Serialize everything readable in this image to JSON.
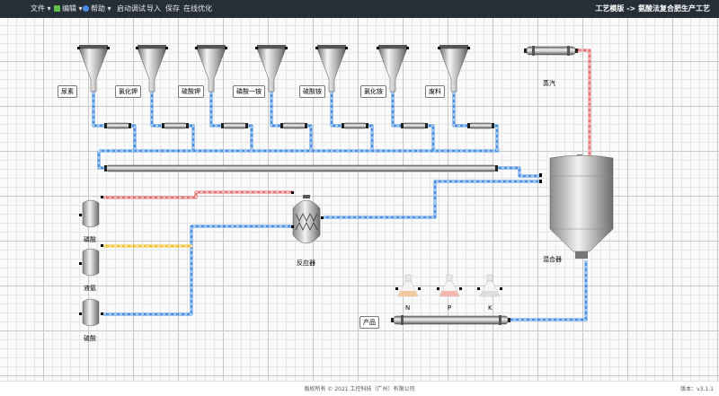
{
  "menu": {
    "file": "文件",
    "edit": "编辑",
    "help": "帮助",
    "debug": "启动调试",
    "import": "导入",
    "save": "保存",
    "optimize": "在线优化"
  },
  "app_title": "工艺模版 -> 氨酸法复合肥生产工艺",
  "hoppers": [
    "尿素",
    "氯化钾",
    "硫酸钾",
    "磷酸一铵",
    "硫酸铵",
    "氯化铵",
    "废料"
  ],
  "steam_label": "蒸汽",
  "acid_tanks": [
    "磷酸",
    "液氨",
    "硫酸"
  ],
  "reactor_label": "反应器",
  "mixer_label": "混合器",
  "flasks": [
    "N",
    "P",
    "K"
  ],
  "product_label": "产品",
  "footer": {
    "copyright": "版权所有 © 2021 工控科技（广州）有限公司",
    "version": "版本：v3.1.1"
  },
  "colors": {
    "topbar": "#262f38",
    "pipe_blue": "#4a90e2",
    "pipe_red": "#e57373",
    "pipe_yellow": "#f2c12e"
  },
  "icons": {
    "edit": "pencil-icon",
    "help": "help-icon"
  }
}
